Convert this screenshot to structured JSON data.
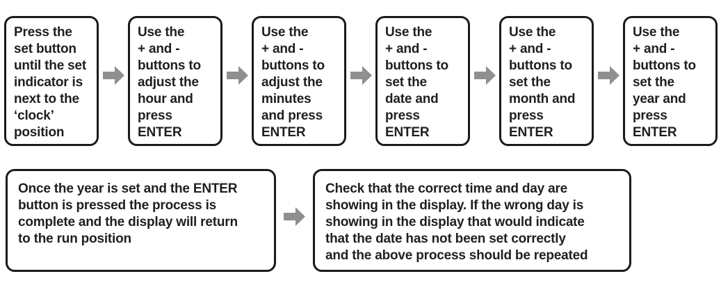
{
  "flow": {
    "steps": [
      {
        "text": "Press the\nset button\nuntil the set\nindicator is\nnext to the\n‘clock’\nposition"
      },
      {
        "text": "Use the\n+ and -\nbuttons to\nadjust the\nhour and\npress\nENTER"
      },
      {
        "text": "Use the\n+ and -\nbuttons to\nadjust the\nminutes\nand press\nENTER"
      },
      {
        "text": "Use the\n+ and -\nbuttons to\nset the\ndate and\npress\nENTER"
      },
      {
        "text": "Use the\n+ and -\nbuttons to\nset the\nmonth and\npress\nENTER"
      },
      {
        "text": "Use the\n+ and -\nbuttons to\nset the\nyear and\npress\nENTER"
      }
    ],
    "results": [
      {
        "text": "Once the year is set and the ENTER\nbutton is pressed the process is\ncomplete and the display will return\nto the run position"
      },
      {
        "text": "Check that the correct time and day are\nshowing in the display. If the wrong day is\nshowing in the display that would indicate\nthat the date has not been set correctly\nand the above process should be repeated"
      }
    ],
    "colors": {
      "arrow": "#8f8f8f",
      "border": "#1a1a1a",
      "text": "#1f1f1f",
      "background": "#ffffff"
    }
  }
}
